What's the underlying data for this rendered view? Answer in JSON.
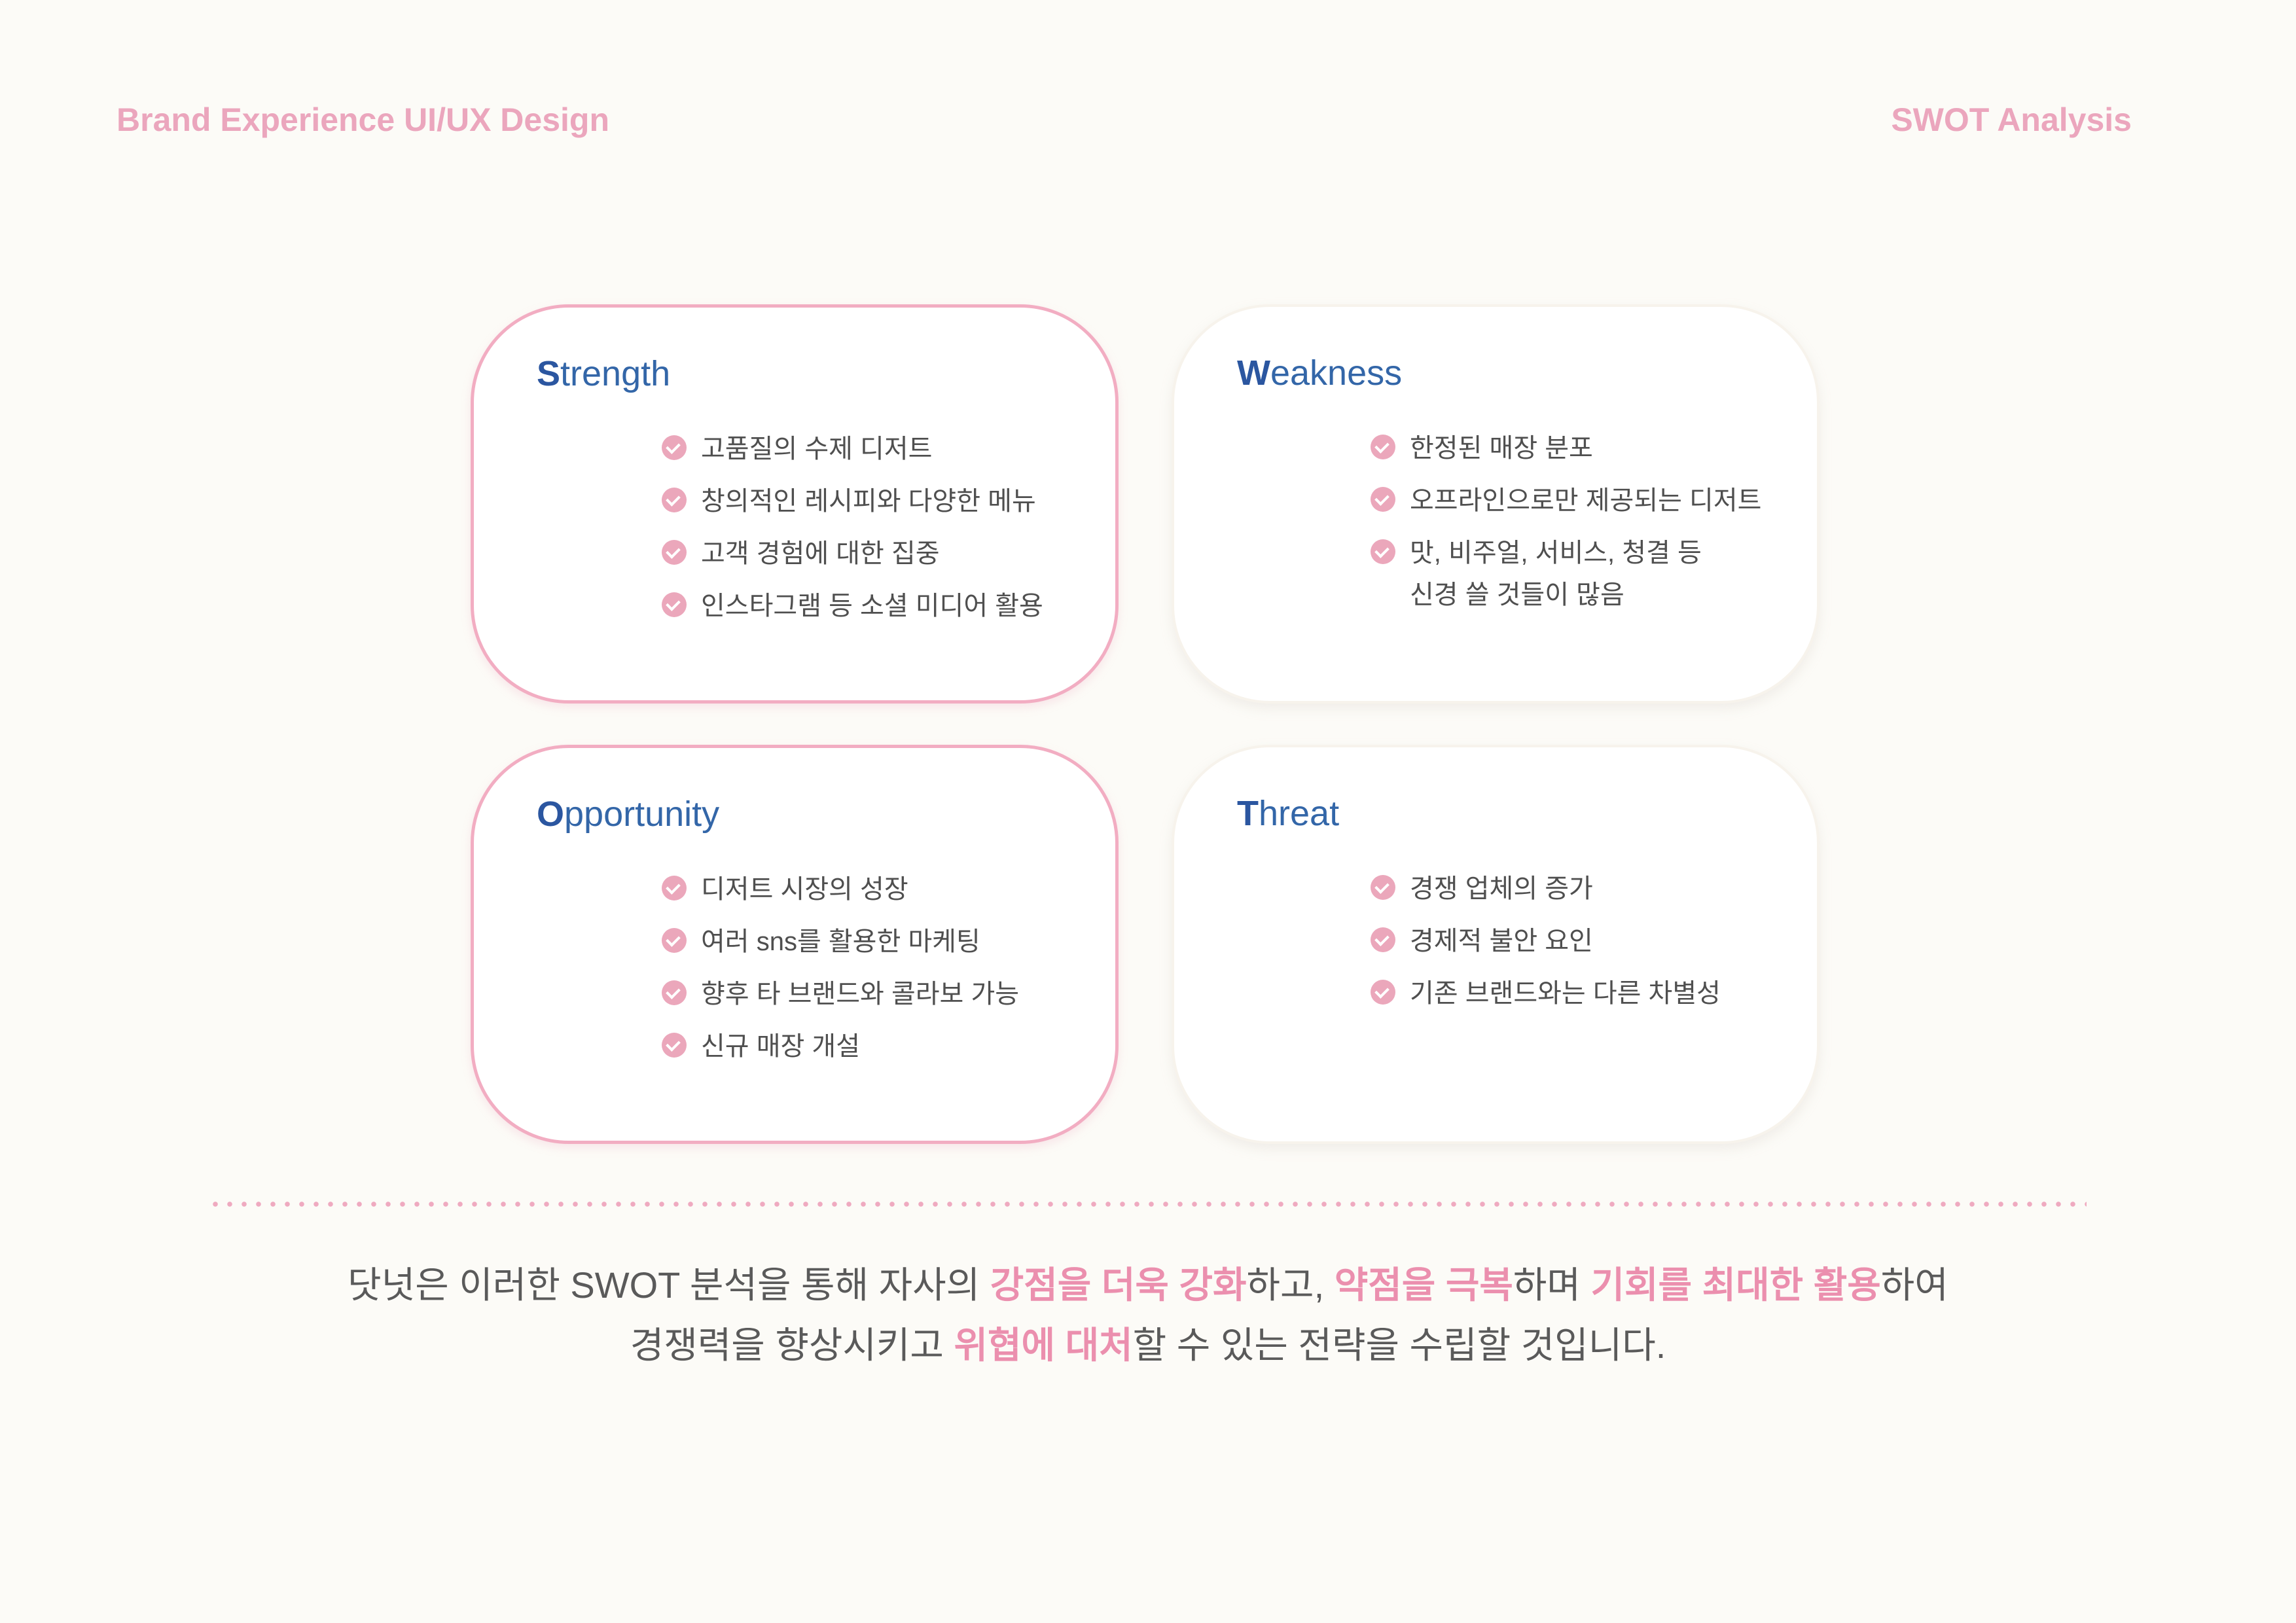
{
  "header": {
    "left_title": "Brand Experience UI/UX Design",
    "right_title": "SWOT Analysis"
  },
  "accent_color": "#eba6bd",
  "title_color": "#2b56a0",
  "swot": {
    "strength": {
      "initial": "S",
      "rest": "trength",
      "items": [
        "고품질의 수제 디저트",
        "창의적인 레시피와 다양한 메뉴",
        "고객 경험에 대한 집중",
        "인스타그램 등 소셜 미디어 활용"
      ]
    },
    "weakness": {
      "initial": "W",
      "rest": "eakness",
      "items": [
        "한정된 매장 분포",
        "오프라인으로만 제공되는 디저트",
        "맛, 비주얼, 서비스, 청결 등\n신경 쓸 것들이 많음"
      ]
    },
    "opportunity": {
      "initial": "O",
      "rest": "pportunity",
      "items": [
        "디저트 시장의 성장",
        "여러 sns를 활용한 마케팅",
        "향후 타 브랜드와 콜라보 가능",
        "신규 매장 개설"
      ]
    },
    "threat": {
      "initial": "T",
      "rest": "hreat",
      "items": [
        "경쟁 업체의 증가",
        "경제적 불안 요인",
        "기존 브랜드와는 다른 차별성"
      ]
    }
  },
  "summary": {
    "line1": [
      {
        "text": "닷넛은 이러한 SWOT 분석을 통해 자사의 ",
        "highlight": false
      },
      {
        "text": "강점을 더욱 강화",
        "highlight": true
      },
      {
        "text": "하고, ",
        "highlight": false
      },
      {
        "text": "약점을 극복",
        "highlight": true
      },
      {
        "text": "하며 ",
        "highlight": false
      },
      {
        "text": "기회를 최대한 활용",
        "highlight": true
      },
      {
        "text": "하여",
        "highlight": false
      }
    ],
    "line2": [
      {
        "text": "경쟁력을 향상시키고 ",
        "highlight": false
      },
      {
        "text": "위협에 대처",
        "highlight": true
      },
      {
        "text": "할 수 있는 전략을 수립할 것입니다.",
        "highlight": false
      }
    ]
  },
  "icons": {
    "list_marker": "check-circle-icon"
  }
}
